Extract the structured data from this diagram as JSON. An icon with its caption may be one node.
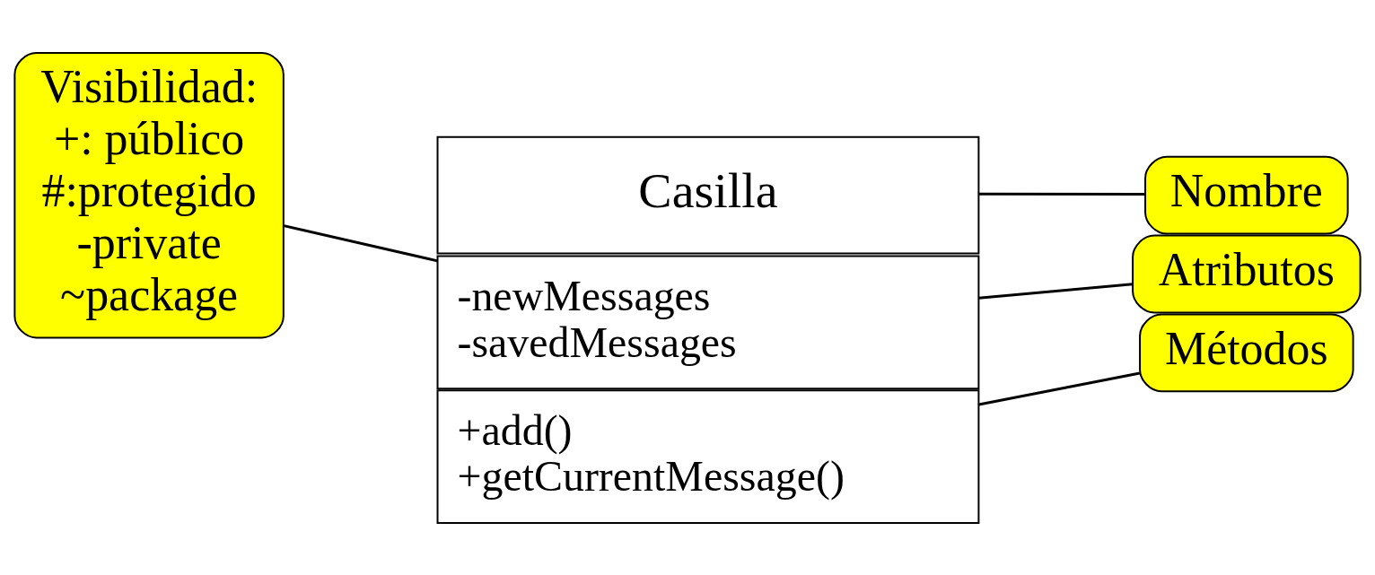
{
  "diagram": {
    "nodes": [
      {
        "text": [
          "Visibilidad:",
          "+: público",
          "#:protegido",
          "-private",
          "~package"
        ]
      },
      {
        "text": [
          "Nombre"
        ]
      },
      {
        "text": [
          "Atributos"
        ]
      },
      {
        "text": [
          "Métodos"
        ]
      },
      {
        "text": [
          "Casilla"
        ]
      },
      {
        "text": [
          "-newMessages",
          "-savedMessages"
        ]
      },
      {
        "text": [
          "+add()",
          "+getCurrentMessage()"
        ]
      }
    ],
    "edges": [
      {
        "from": 0,
        "to": 5,
        "arrow": "none"
      },
      {
        "from": 1,
        "to": 4,
        "arrow": "none"
      },
      {
        "from": 2,
        "to": 5,
        "arrow": "none"
      },
      {
        "from": 3,
        "to": 6,
        "arrow": "none"
      }
    ]
  }
}
